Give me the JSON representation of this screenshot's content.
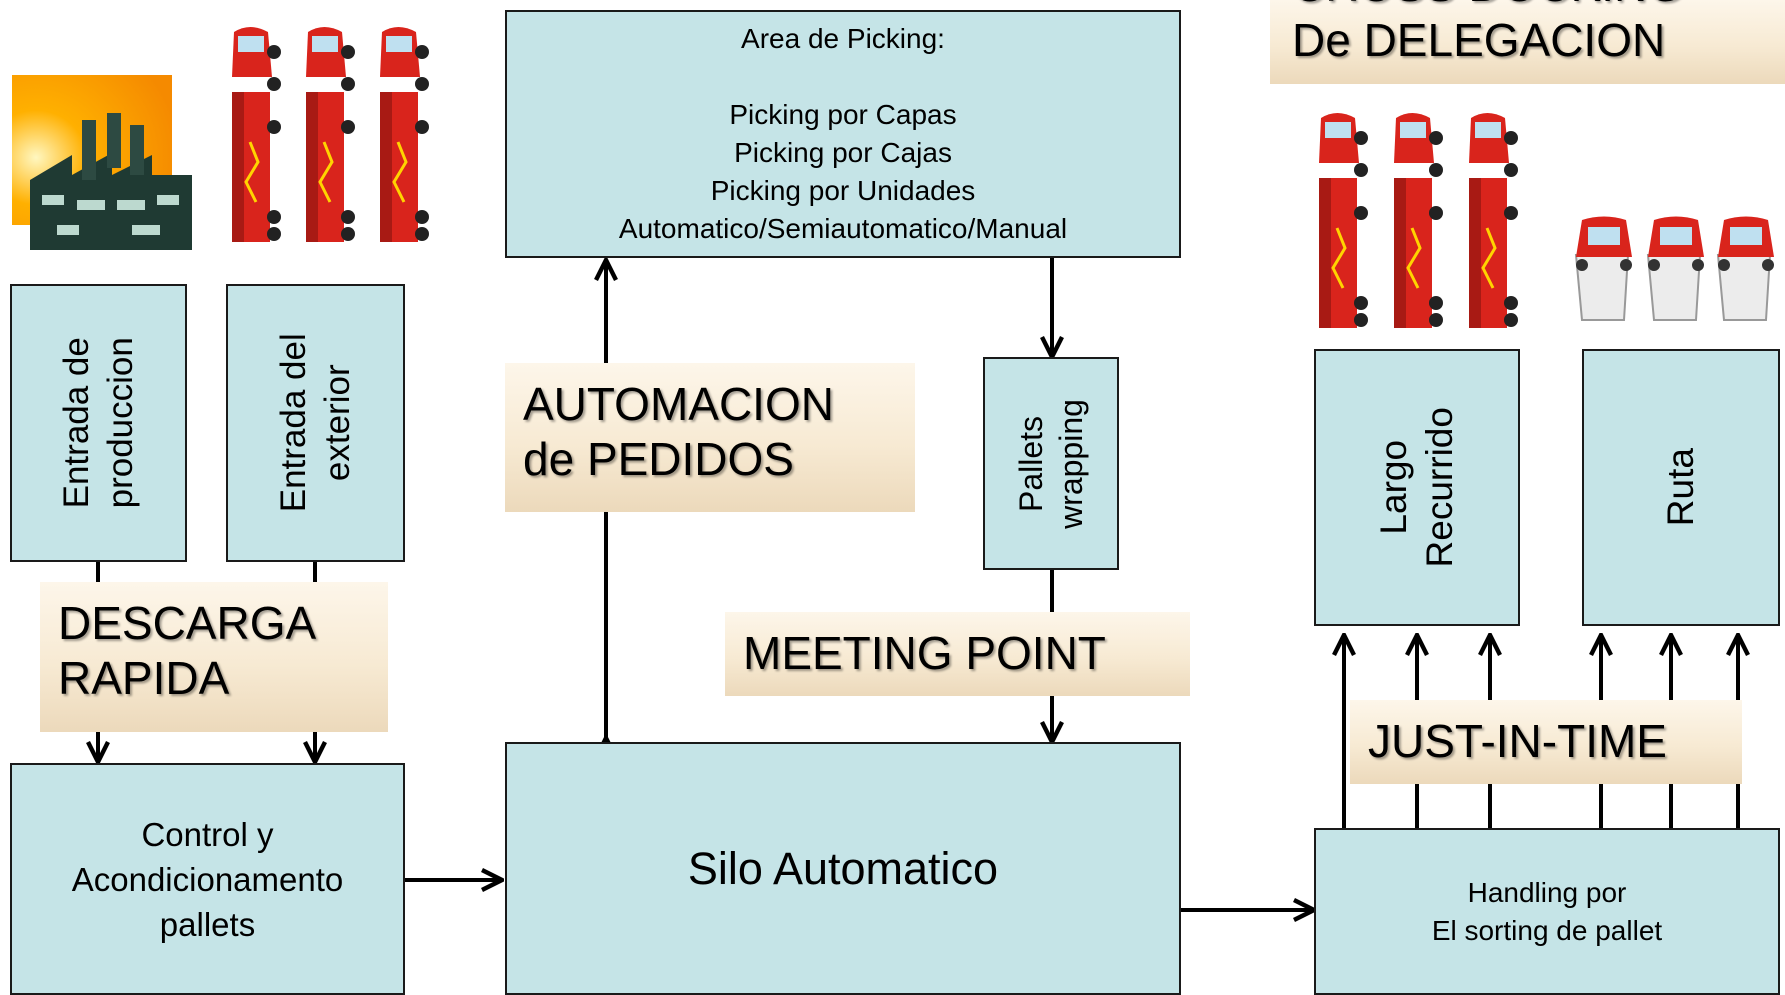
{
  "boxes": {
    "entrada_produccion": [
      "Entrada de",
      "produccion"
    ],
    "entrada_exterior": [
      "Entrada del",
      "exterior"
    ],
    "picking_area": [
      "Area de Picking:",
      "",
      "Picking por Capas",
      "Picking por Cajas",
      "Picking por Unidades",
      "Automatico/Semiautomatico/Manual"
    ],
    "pallets_wrapping": [
      "Pallets",
      "wrapping"
    ],
    "control_pallets": [
      "Control y",
      "Acondicionamento",
      "pallets"
    ],
    "silo": "Silo Automatico",
    "largo_recurrido": [
      "Largo",
      "Recurrido"
    ],
    "ruta": "Ruta",
    "handling": [
      "Handling por",
      "El sorting de pallet"
    ]
  },
  "labels": {
    "descarga": [
      "DESCARGA",
      "RAPIDA"
    ],
    "automacion": [
      "AUTOMACION",
      "de PEDIDOS"
    ],
    "meeting": "MEETING POINT",
    "jit": "JUST-IN-TIME",
    "cross_docking": [
      "CROSS DOCKING",
      "De DELEGACION"
    ]
  },
  "icons": [
    "factory-icon",
    "truck-icon",
    "van-icon"
  ],
  "colors": {
    "box_fill": "#c5e4e7",
    "label_fill": "#f7ead3",
    "truck_red": "#d9241c"
  }
}
